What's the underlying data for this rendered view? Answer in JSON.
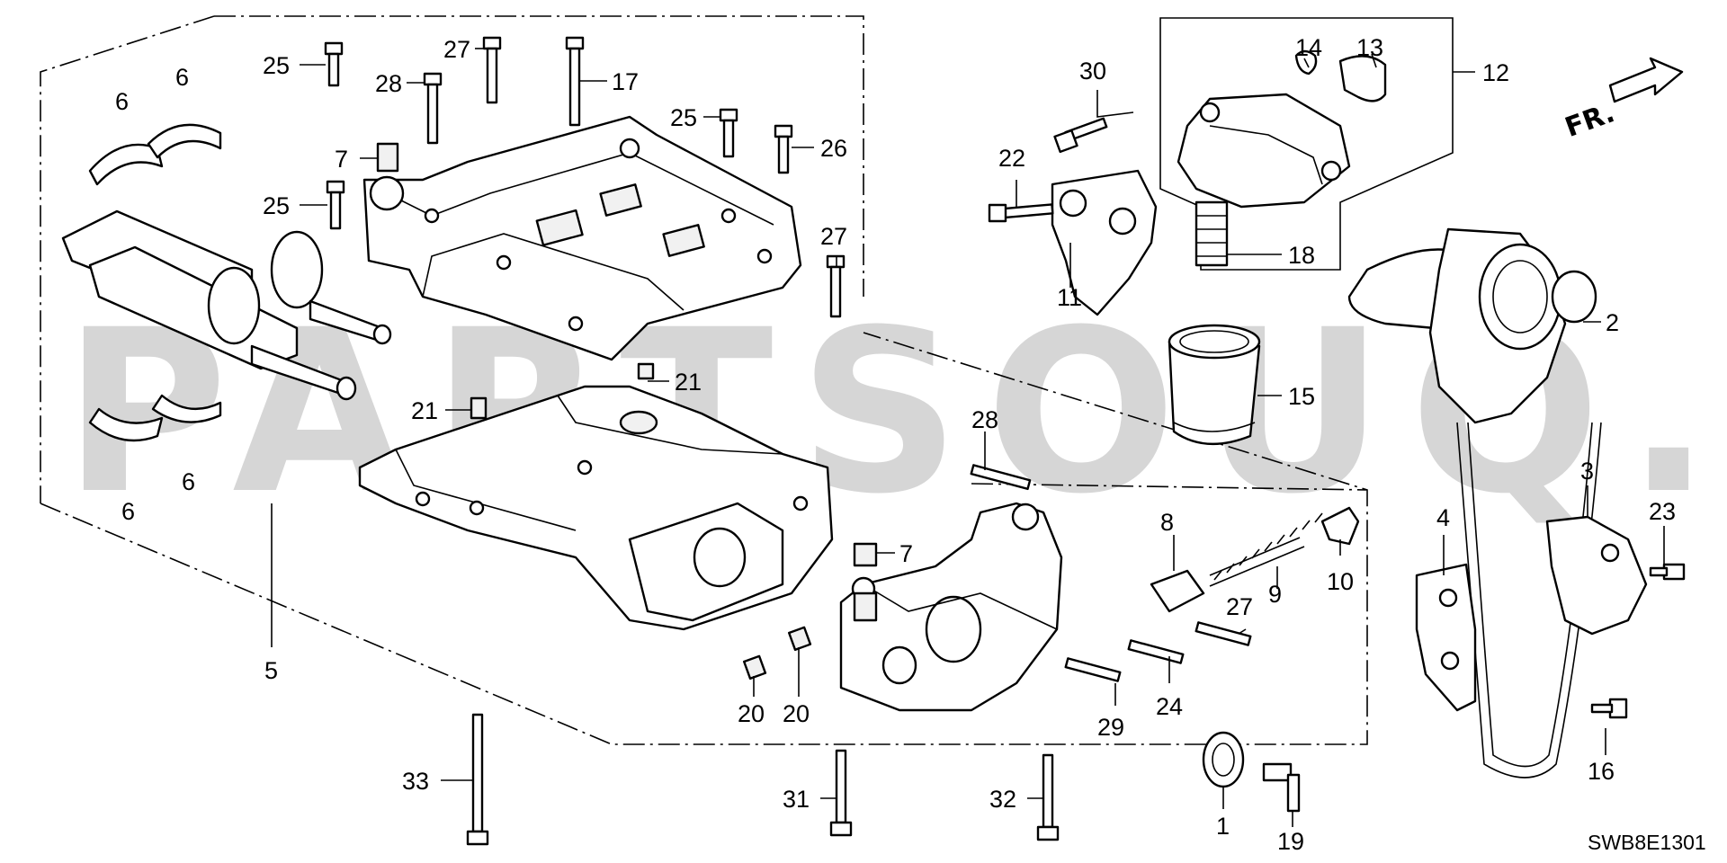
{
  "watermark": {
    "text": "PARTSOUQ.COM"
  },
  "direction_label": "FR.",
  "diagram_code": "SWB8E1301",
  "callouts": [
    {
      "id": "c25a",
      "text": "25"
    },
    {
      "id": "c27a",
      "text": "27"
    },
    {
      "id": "c17",
      "text": "17"
    },
    {
      "id": "c28a",
      "text": "28"
    },
    {
      "id": "c6a",
      "text": "6"
    },
    {
      "id": "c6b",
      "text": "6"
    },
    {
      "id": "c7a",
      "text": "7"
    },
    {
      "id": "c25b",
      "text": "25"
    },
    {
      "id": "c26",
      "text": "26"
    },
    {
      "id": "c25c",
      "text": "25"
    },
    {
      "id": "c27b",
      "text": "27"
    },
    {
      "id": "c21a",
      "text": "21"
    },
    {
      "id": "c21b",
      "text": "21"
    },
    {
      "id": "c6c",
      "text": "6"
    },
    {
      "id": "c6d",
      "text": "6"
    },
    {
      "id": "c5",
      "text": "5"
    },
    {
      "id": "c30",
      "text": "30"
    },
    {
      "id": "c14",
      "text": "14"
    },
    {
      "id": "c13",
      "text": "13"
    },
    {
      "id": "c12",
      "text": "12"
    },
    {
      "id": "c22",
      "text": "22"
    },
    {
      "id": "c11",
      "text": "11"
    },
    {
      "id": "c18",
      "text": "18"
    },
    {
      "id": "c15",
      "text": "15"
    },
    {
      "id": "c2",
      "text": "2"
    },
    {
      "id": "c28b",
      "text": "28"
    },
    {
      "id": "c8",
      "text": "8"
    },
    {
      "id": "c7b",
      "text": "7"
    },
    {
      "id": "c9",
      "text": "9"
    },
    {
      "id": "c10",
      "text": "10"
    },
    {
      "id": "c27c",
      "text": "27"
    },
    {
      "id": "c24",
      "text": "24"
    },
    {
      "id": "c29",
      "text": "29"
    },
    {
      "id": "c20a",
      "text": "20"
    },
    {
      "id": "c20b",
      "text": "20"
    },
    {
      "id": "c33",
      "text": "33"
    },
    {
      "id": "c31",
      "text": "31"
    },
    {
      "id": "c32",
      "text": "32"
    },
    {
      "id": "c1",
      "text": "1"
    },
    {
      "id": "c19",
      "text": "19"
    },
    {
      "id": "c4",
      "text": "4"
    },
    {
      "id": "c3",
      "text": "3"
    },
    {
      "id": "c23",
      "text": "23"
    },
    {
      "id": "c16",
      "text": "16"
    }
  ]
}
